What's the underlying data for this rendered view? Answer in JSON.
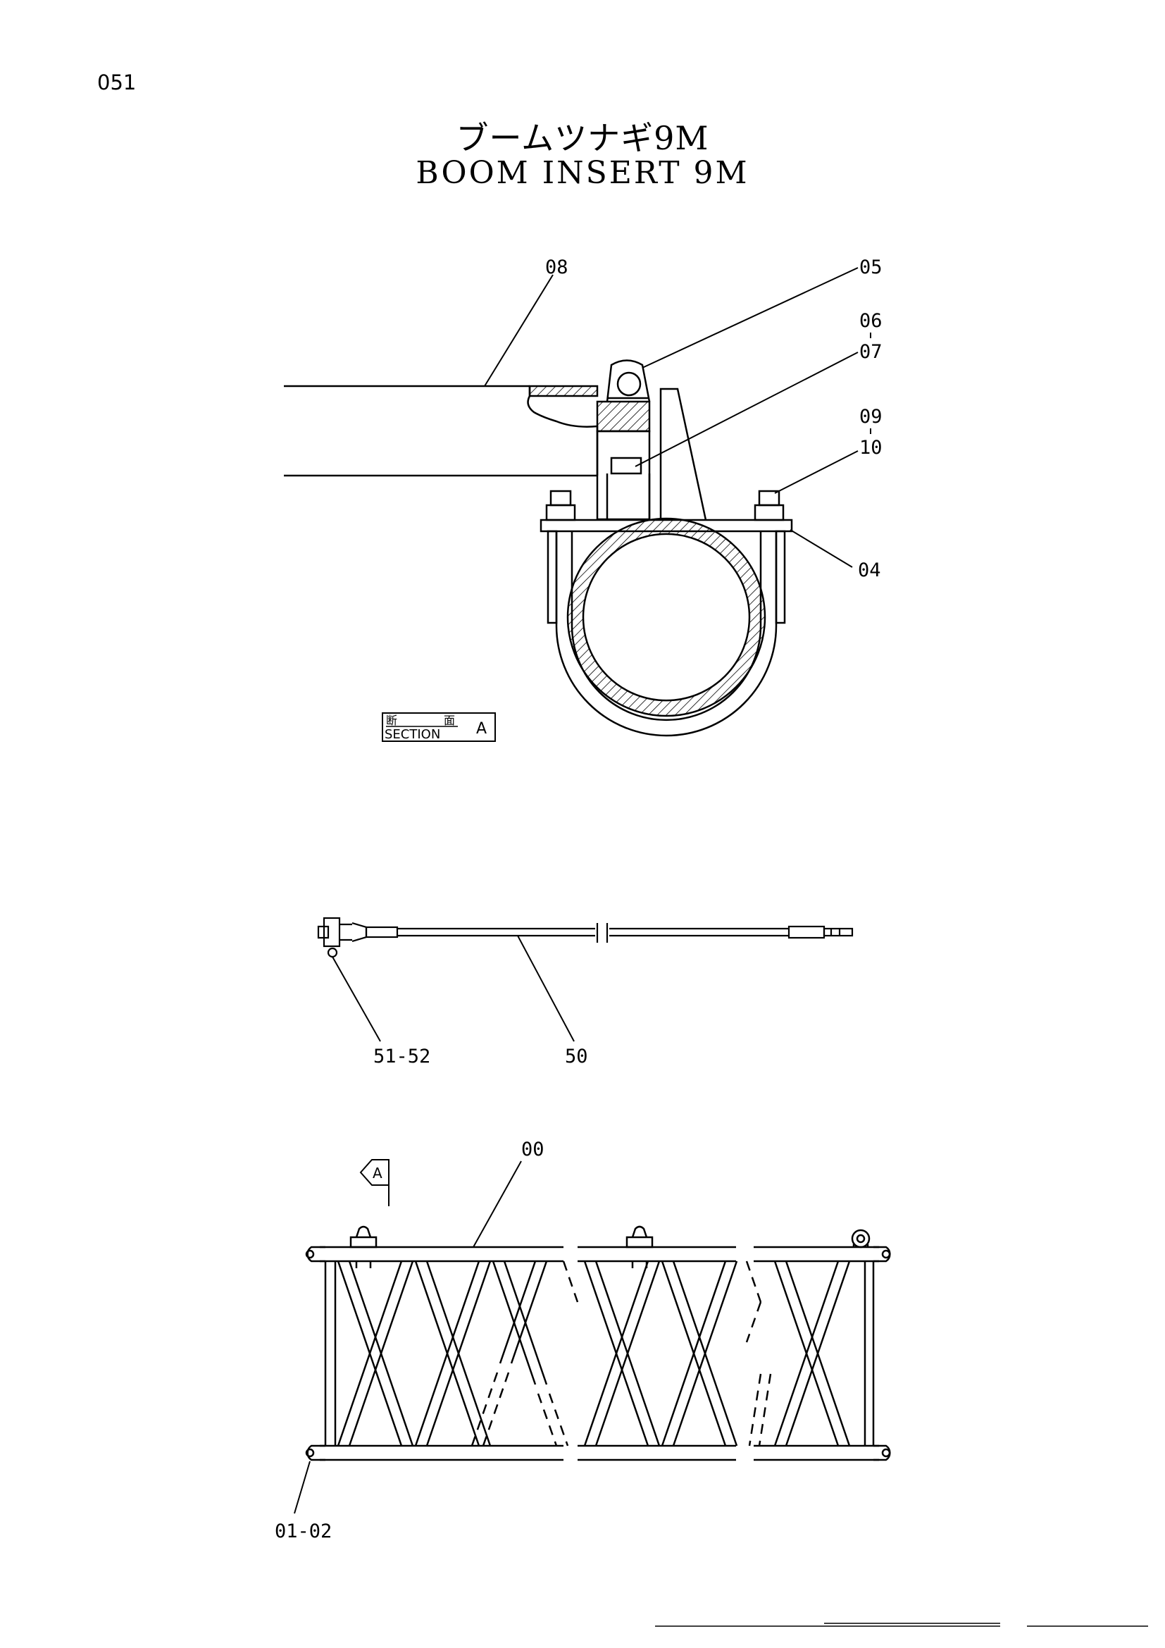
{
  "page": {
    "number": "051"
  },
  "title": {
    "japanese": "ブームツナギ9M",
    "english": "BOOM INSERT 9M"
  },
  "section_tag": {
    "kanji_left": "断",
    "kanji_right": "面",
    "word": "SECTION",
    "letter": "A"
  },
  "view_marker": {
    "letter": "A"
  },
  "part_labels": {
    "p08": "08",
    "p05": "05",
    "p06": "06",
    "p07": "07",
    "p09": "09",
    "p10": "10",
    "p04": "04",
    "p51_52": "51-52",
    "p50": "50",
    "p00": "00",
    "p01_02": "01-02"
  }
}
